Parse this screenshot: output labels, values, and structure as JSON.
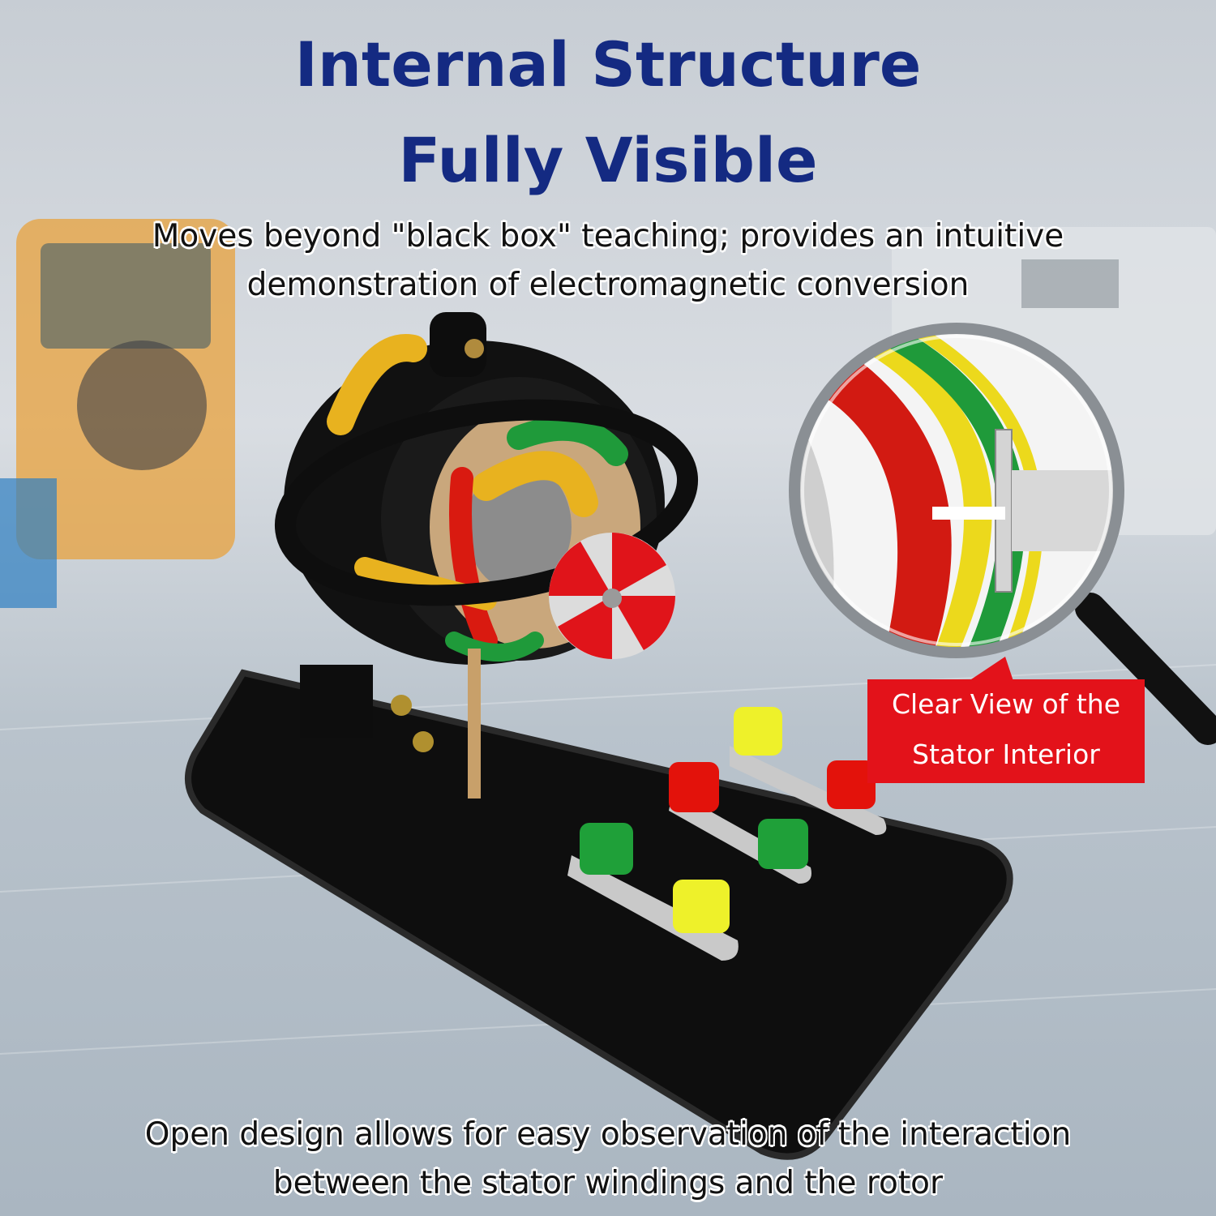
{
  "headline": {
    "line1": "Internal Structure",
    "line2": "Fully Visible"
  },
  "subheading": {
    "line1": "Moves beyond \"black box\" teaching; provides an intuitive",
    "line2": "demonstration of electromagnetic conversion"
  },
  "callout": {
    "line1": "Clear View of the",
    "line2": "Stator Interior"
  },
  "footer": {
    "line1": "Open design allows for easy observation of the interaction",
    "line2": "between the stator windings and the rotor"
  },
  "colors": {
    "headline": "#142a82",
    "callout_bg": "#e3121a",
    "winding_red": "#d91a10",
    "winding_green": "#1f9a3a",
    "winding_yellow": "#f3e21a",
    "base": "#111111"
  }
}
